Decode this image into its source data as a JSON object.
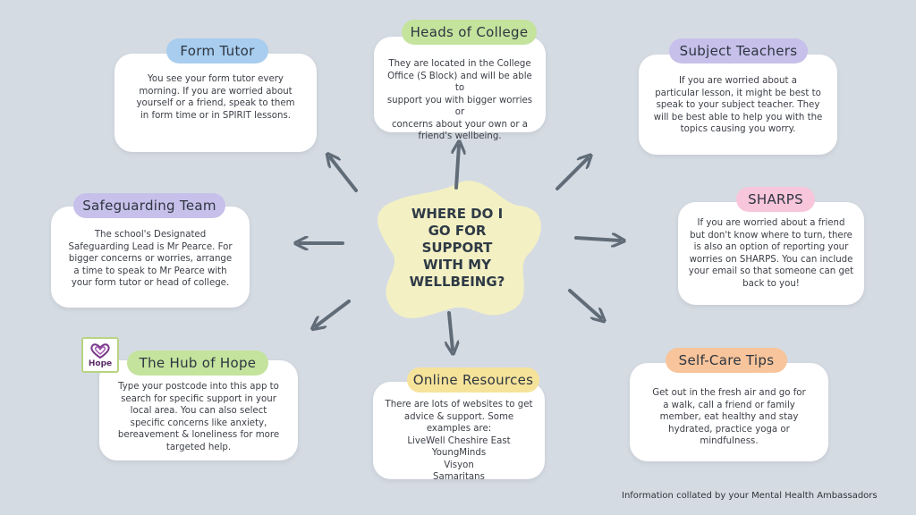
{
  "center": {
    "title": "WHERE DO I\nGO FOR\nSUPPORT\nWITH MY\nWELLBEING?"
  },
  "cards": {
    "form_tutor": {
      "title": "Form Tutor",
      "text": "You see your form tutor every\nmorning. If you are worried about\nyourself or a friend, speak to them\nin form time or in SPIRIT lessons."
    },
    "heads_of_college": {
      "title": "Heads of College",
      "text": "They are located in the College\nOffice (S Block) and will be able to\nsupport you with bigger worries or\nconcerns about your own or a\nfriend's wellbeing."
    },
    "subject_teachers": {
      "title": "Subject Teachers",
      "text": "If you are worried about a\nparticular lesson, it might be best to\nspeak to your subject teacher. They\nwill be best able to help you with the\ntopics causing you worry."
    },
    "safeguarding_team": {
      "title": "Safeguarding Team",
      "text": "The school's Designated\nSafeguarding Lead is Mr Pearce. For\nbigger concerns or worries, arrange\na time to speak to Mr Pearce with\nyour form tutor or head of college."
    },
    "sharps": {
      "title": "SHARPS",
      "text": "If you are worried about a friend\nbut don't know where to turn, there\nis also an option of reporting your\nworries on SHARPS. You can include\nyour email so that someone can get\nback to you!"
    },
    "hub_of_hope": {
      "title": "The Hub of Hope",
      "logo_text": "Hope",
      "text": "Type your postcode into this app to\nsearch for specific support in your\nlocal area. You can also select\nspecific concerns like anxiety,\nbereavement & loneliness for more\ntargeted help."
    },
    "online_resources": {
      "title": "Online Resources",
      "text": "There are lots of websites to get\nadvice & support. Some examples are:\nLiveWell Cheshire East\nYoungMinds\nVisyon\nSamaritans"
    },
    "self_care_tips": {
      "title": "Self-Care Tips",
      "text": "Get out in the fresh air and go for\na walk, call a friend or family\nmember, eat healthy and stay\nhydrated, practice yoga or\nmindfulness."
    }
  },
  "footer": "Information collated by your Mental Health Ambassadors",
  "colors": {
    "background": "#d5dbe3",
    "center_blob": "#f3f0c4",
    "pill_blue": "#a8cdee",
    "pill_green": "#c4e39d",
    "pill_purple": "#c7c0ea",
    "pill_pink": "#f7c6db",
    "pill_yellow": "#f6e39a",
    "pill_orange": "#f7c49b",
    "arrow": "#606c78"
  }
}
